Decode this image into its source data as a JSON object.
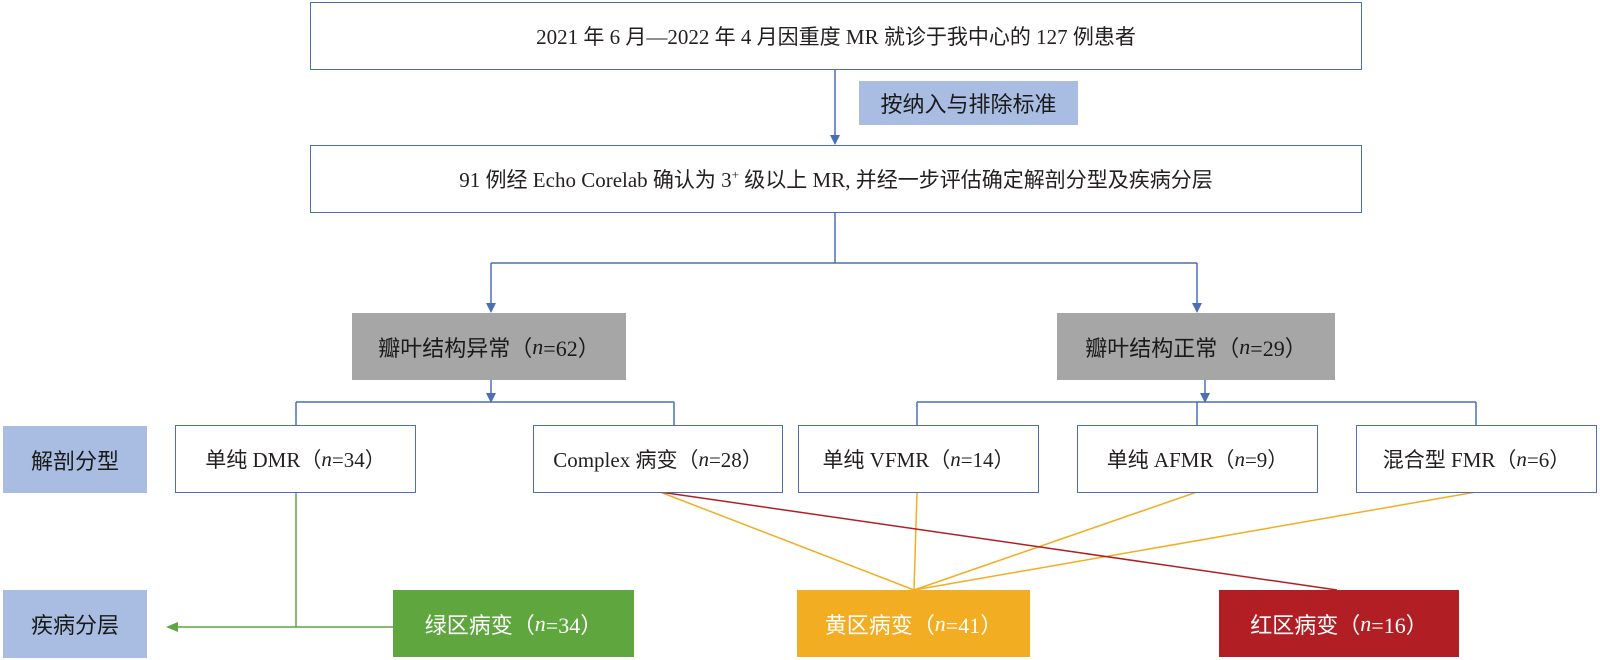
{
  "top_box": {
    "text": "2021 年 6 月—2022 年 4 月因重度 MR 就诊于我中心的 127 例患者"
  },
  "criteria_tag": {
    "text": "按纳入与排除标准"
  },
  "confirm_box": {
    "text_a": "91 例经 Echo Corelab 确认为 3",
    "superscript": "+",
    "text_b": " 级以上 MR, 并经一步评估确定解剖分型及疾病分层"
  },
  "branches": {
    "abnormal": {
      "label": "瓣叶结构异常（",
      "n": "n",
      "value": "=62）"
    },
    "normal": {
      "label": "瓣叶结构正常（",
      "n": "n",
      "value": "=29）"
    }
  },
  "row_labels": {
    "anatomy": "解剖分型",
    "stratification": "疾病分层"
  },
  "anatomy_types": [
    {
      "label": "单纯 DMR（",
      "n": "n",
      "value": "=34）"
    },
    {
      "label": "Complex 病变（",
      "n": "n",
      "value": "=28）"
    },
    {
      "label": "单纯 VFMR（",
      "n": "n",
      "value": "=14）"
    },
    {
      "label": "单纯 AFMR（",
      "n": "n",
      "value": "=9）"
    },
    {
      "label": "混合型 FMR（",
      "n": "n",
      "value": "=6）"
    }
  ],
  "zones": {
    "green": {
      "label": "绿区病变（",
      "n": "n",
      "value": "=34）"
    },
    "yellow": {
      "label": "黄区病变（",
      "n": "n",
      "value": "=41）"
    },
    "red": {
      "label": "红区病变（",
      "n": "n",
      "value": "=16）"
    }
  },
  "colors": {
    "arrow_blue": "#4a6fb5",
    "green": "#5fa63f",
    "yellow": "#f2ad22",
    "red": "#b11f24",
    "gray": "#a6a6a6",
    "tag_blue": "#a9bde3"
  }
}
